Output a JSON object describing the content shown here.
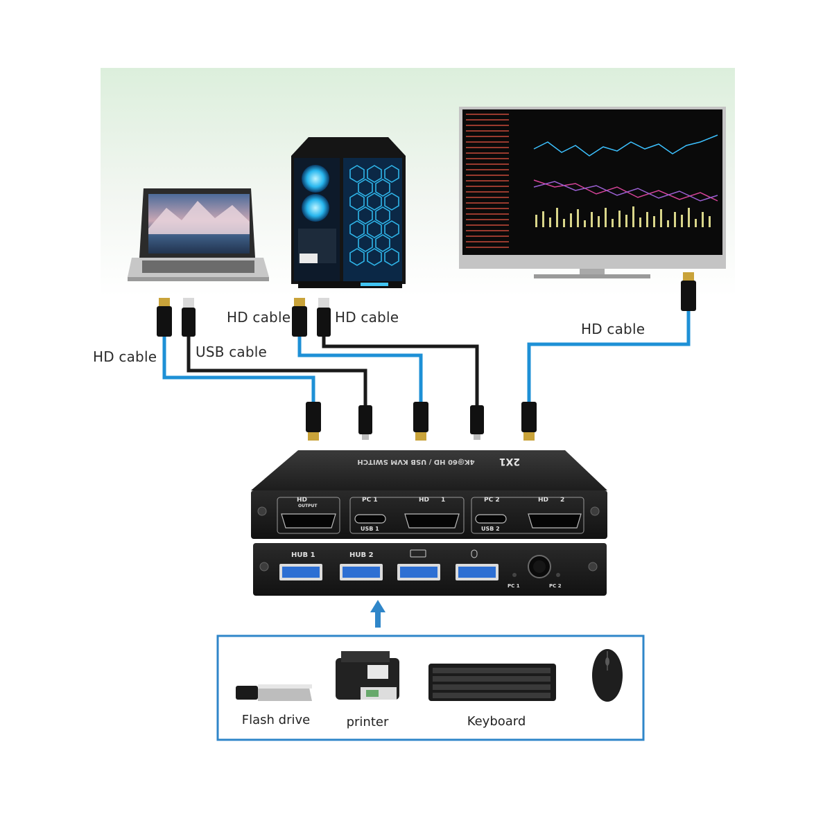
{
  "labels": {
    "hd_cable_left": "HD cable",
    "usb_cable": "USB cable",
    "hd_cable_pc_a": "HD cable",
    "hd_cable_pc_b": "HD cable",
    "hd_cable_monitor": "HD cable"
  },
  "kvm": {
    "top_label": "4K@60 HD / USB KVM SWITCH",
    "model_mark": "2X1",
    "front": {
      "hd_output": "HD",
      "hd_output_sub": "OUTPUT",
      "pc1": "PC 1",
      "hd1": "HD",
      "hd1_num": "1",
      "usb1": "USB 1",
      "pc2": "PC 2",
      "hd2": "HD",
      "hd2_num": "2",
      "usb2": "USB 2"
    },
    "back": {
      "hub1": "HUB 1",
      "hub2": "HUB 2",
      "led_pc1": "PC 1",
      "led_pc2": "PC 2"
    }
  },
  "peripherals": [
    {
      "label": "Flash drive"
    },
    {
      "label": "printer"
    },
    {
      "label": "Keyboard"
    },
    {
      "label": ""
    }
  ],
  "colors": {
    "hd_cable": "#1e90d6",
    "usb_cable": "#1a1a1a",
    "frame": "#2f86c9",
    "switch_body": "#1c1c1c"
  }
}
